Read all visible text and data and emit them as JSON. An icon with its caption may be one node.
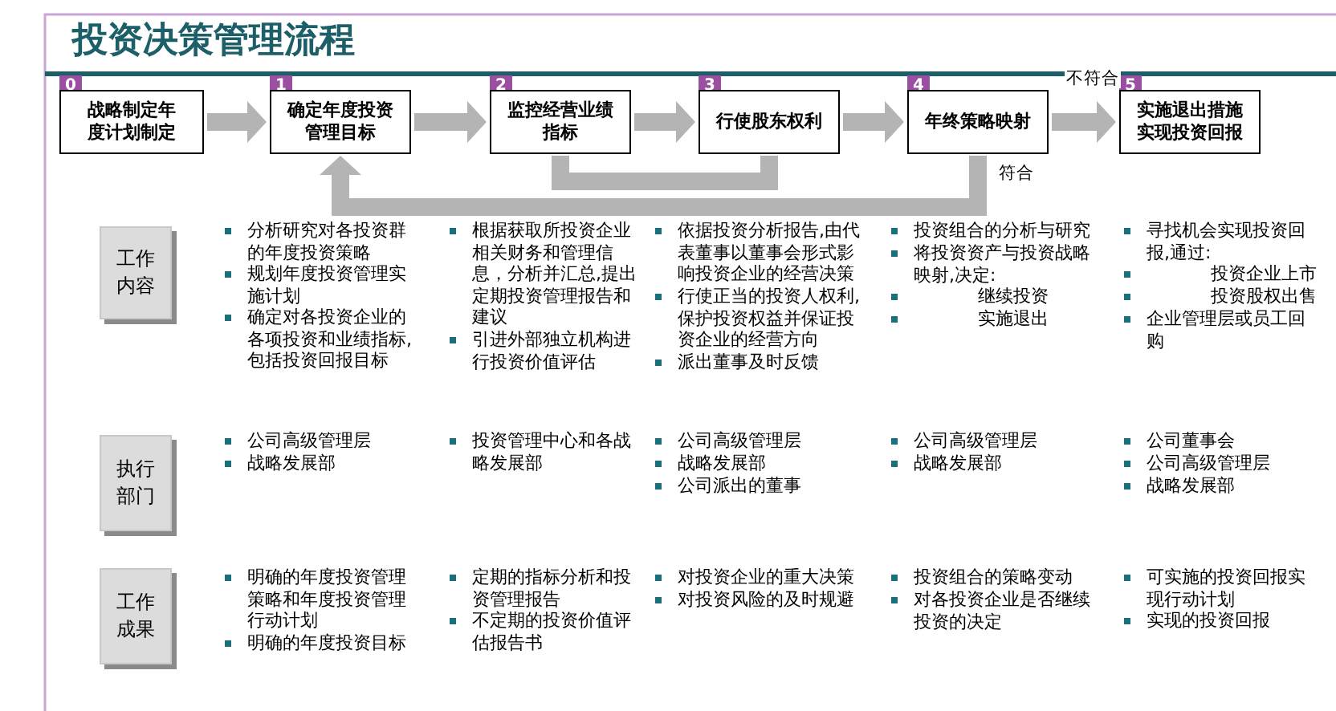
{
  "diagram": {
    "title": "投资决策管理流程",
    "nodes": [
      {
        "text": [
          "0",
          "战略制定年度计划制定"
        ]
      },
      {
        "text": [
          "1",
          "确定年度投资管理目标"
        ]
      },
      {
        "text": [
          "2",
          "监控经营业绩指标"
        ]
      },
      {
        "text": [
          "3",
          "行使股东权利"
        ]
      },
      {
        "text": [
          "4",
          "年终策略映射"
        ]
      },
      {
        "text": [
          "5",
          "实施退出措施实现投资回报"
        ]
      },
      {
        "text": [
          "工作内容"
        ]
      },
      {
        "text": [
          "执行部门"
        ]
      },
      {
        "text": [
          "工作成果"
        ]
      }
    ],
    "edges": [
      {
        "from": 0,
        "to": 1,
        "arrow": "to"
      },
      {
        "from": 1,
        "to": 2,
        "arrow": "to"
      },
      {
        "from": 2,
        "to": 3,
        "arrow": "to"
      },
      {
        "from": 3,
        "to": 4,
        "arrow": "to"
      },
      {
        "from": 4,
        "to": 5,
        "arrow": "to",
        "label": "不符合"
      },
      {
        "from": 3,
        "to": 2,
        "arrow": "none"
      },
      {
        "from": 4,
        "to": 1,
        "arrow": "to",
        "label": "符合"
      }
    ],
    "labels": [
      "分析研究对各投资群的年度投资策略",
      "规划年度投资管理实施计划",
      "确定对各投资企业的各项投资和业绩指标,包括投资回报目标",
      "根据获取所投资企业相关财务和管理信息，分析并汇总,提出定期投资管理报告和建议",
      "引进外部独立机构进行投资价值评估",
      "依据投资分析报告,由代表董事以董事会形式影响投资企业的经营决策",
      "行使正当的投资人权利,保护投资权益并保证投资企业的经营方向",
      "派出董事及时反馈",
      "投资组合的分析与研究",
      "将投资资产与投资战略映射,决定:",
      "继续投资",
      "实施退出",
      "寻找机会实现投资回报,通过:",
      "投资企业上市",
      "投资股权出售",
      "企业管理层或员工回购",
      "公司高级管理层",
      "战略发展部",
      "投资管理中心和各战略发展部",
      "公司高级管理层",
      "战略发展部",
      "公司派出的董事",
      "公司高级管理层",
      "战略发展部",
      "公司董事会",
      "公司高级管理层",
      "战略发展部",
      "明确的年度投资管理策略和年度投资管理行动计划",
      "明确的年度投资目标",
      "定期的指标分析和投资管理报告",
      "不定期的投资价值评估报告书",
      "对投资企业的重大决策",
      "对投资风险的及时规避",
      "投资组合的策略变动",
      "对各投资企业是否继续投资的决定",
      "可实施的投资回报实现行动计划",
      "实现的投资回报"
    ]
  }
}
